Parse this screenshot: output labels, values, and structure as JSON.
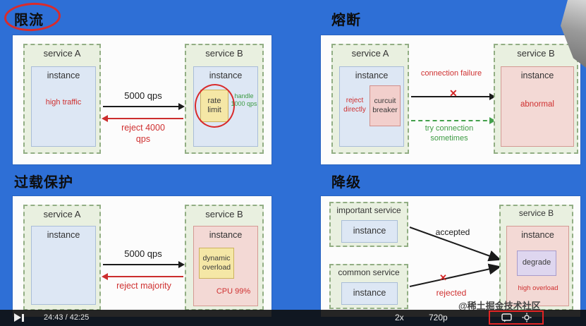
{
  "titles": {
    "rate_limit": "限流",
    "circuit": "熔断",
    "overload": "过载保护",
    "degrade": "降级"
  },
  "panels": {
    "rate_limit": {
      "service_a": "service A",
      "instance_a": "instance",
      "note_a": "high traffic",
      "service_b": "service B",
      "instance_b": "instance",
      "rate_limit_box": "rate limit",
      "note_b": "handle 1000 qps",
      "qps": "5000 qps",
      "reject": "reject 4000 qps"
    },
    "circuit": {
      "service_a": "service A",
      "instance_a": "instance",
      "reject_note": "reject directly",
      "breaker": "curcuit breaker",
      "service_b": "service B",
      "instance_b": "instance",
      "note_b": "abnormal",
      "fail_label": "connection failure",
      "fail_x": "✕",
      "retry_label": "try connection sometimes"
    },
    "overload": {
      "service_a": "service A",
      "instance_a": "instance",
      "service_b": "service B",
      "instance_b": "instance",
      "overload_box": "dynamic overload",
      "cpu_note": "CPU 99%",
      "qps": "5000 qps",
      "reject": "reject majority"
    },
    "degrade": {
      "important_service": "important service",
      "instance_important": "instance",
      "common_service": "common service",
      "instance_common": "instance",
      "service_b": "service B",
      "instance_b": "instance",
      "degrade_box": "degrade",
      "note_b": "high overload",
      "accepted": "accepted",
      "rejected": "rejected",
      "reject_x": "✕"
    }
  },
  "player": {
    "time": "24:43 / 42:25",
    "speed": "2x",
    "quality": "720p"
  },
  "watermark": "@稀土掘金技术社区"
}
